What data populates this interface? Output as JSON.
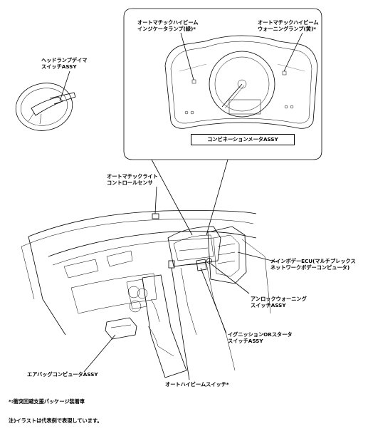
{
  "labels": {
    "high_beam_indicator": [
      "オートマチックハイビーム",
      "インジケータランプ(緑)*"
    ],
    "high_beam_warning": [
      "オートマチックハイビーム",
      "ウォーニングランプ(黄)*"
    ],
    "headlamp_dimmer": [
      "ヘッドランプデイマ",
      "スイッチASSY"
    ],
    "combination_meter": "コンビネーションメータASSY",
    "auto_light_sensor": [
      "オートマチックライト",
      "コントロールセンサ"
    ],
    "main_body_ecu": [
      "メインボデーECU(マルチプレックス",
      "ネットワークボデーコンピュータ)"
    ],
    "unlock_warning": [
      "アンロックウォーニング",
      "スイッチASSY"
    ],
    "ignition_switch": [
      "イグニッションORスタータ",
      "スイッチASSY"
    ],
    "airbag_computer": "エアバッグコンピュータASSY",
    "auto_high_beam_switch": "オートハイビームスイッチ*"
  },
  "footnotes": {
    "asterisk": "*:衝突回避支援パッケージ装着車",
    "note": "注)イラストは代表例で表現しています。"
  }
}
